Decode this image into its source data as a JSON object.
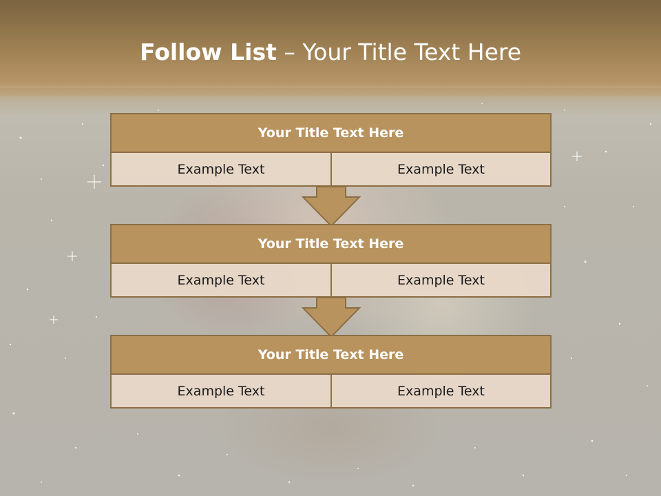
{
  "slide": {
    "title_bold": "Follow List",
    "title_rest": " – Your Title Text Here"
  },
  "blocks": [
    {
      "title": "Your Title Text Here",
      "left_text": "Example Text",
      "right_text": "Example Text"
    },
    {
      "title": "Your Title Text Here",
      "left_text": "Example Text",
      "right_text": "Example Text"
    },
    {
      "title": "Your Title Text Here",
      "left_text": "Example Text",
      "right_text": "Example Text"
    }
  ],
  "colors": {
    "header": "#9a7d50",
    "block_title": "#b8935e",
    "block_cell": "#e8d8c8",
    "border": "#8c6e44",
    "arrow": "#b8935e"
  },
  "icons": [
    "down-arrow-icon",
    "down-arrow-icon"
  ]
}
